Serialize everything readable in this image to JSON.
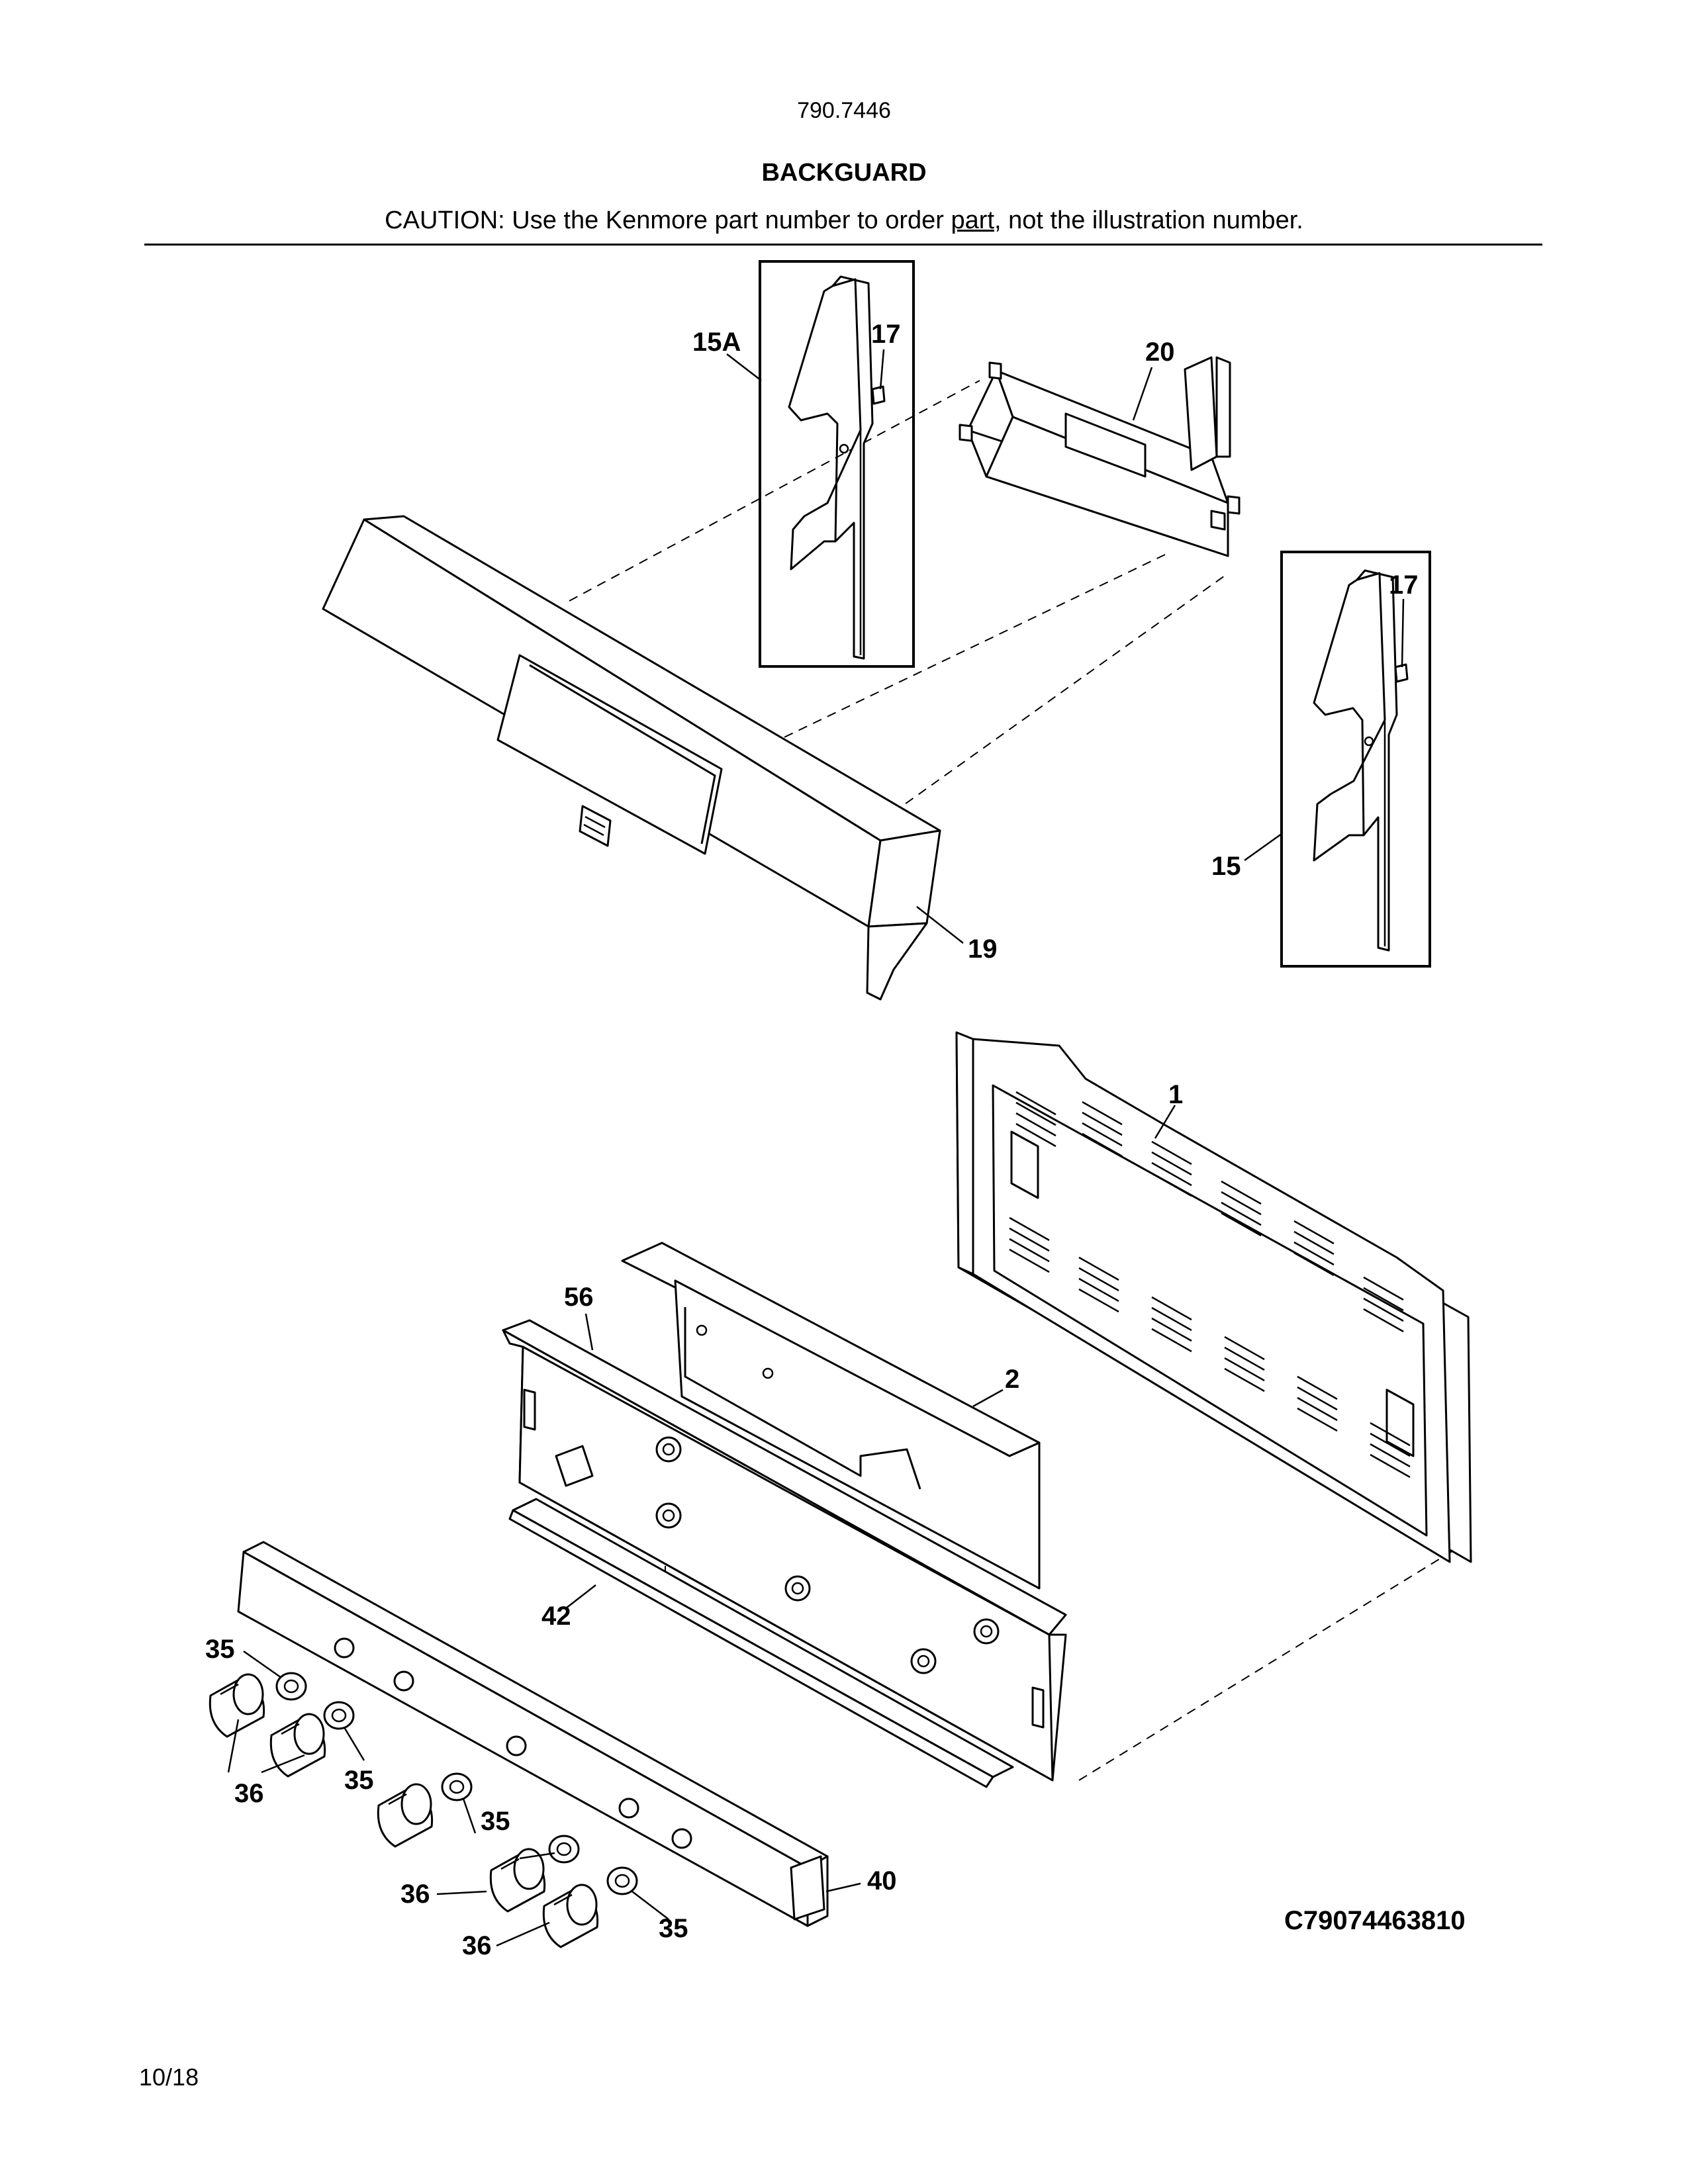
{
  "header": {
    "model_number": "790.7446",
    "title": "BACKGUARD",
    "caution_before": "CAUTION: Use the Kenmore part number to order ",
    "caution_underlined": "part",
    "caution_after": ", not the illustration number."
  },
  "callouts": {
    "c15A": "15A",
    "c17a": "17",
    "c20": "20",
    "c17b": "17",
    "c15": "15",
    "c19": "19",
    "c1": "1",
    "c56": "56",
    "c2": "2",
    "c42": "42",
    "c35a": "35",
    "c35b": "35",
    "c35c": "35",
    "c35d": "35",
    "c36a": "36",
    "c36b": "36",
    "c36c": "36",
    "c40": "40"
  },
  "diagram_code": "C79074463810",
  "footer": {
    "date": "10/18"
  }
}
